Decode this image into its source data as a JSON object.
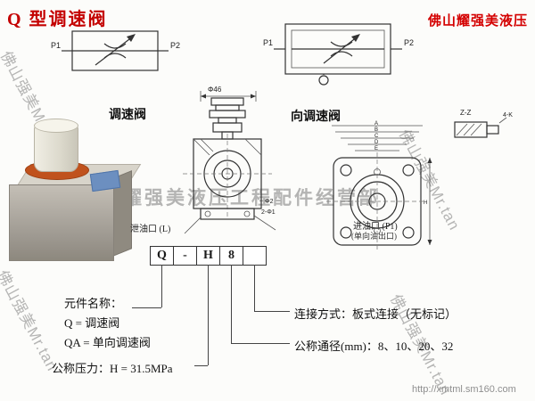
{
  "header": {
    "title": "Q 型调速阀",
    "brand": "佛山耀强美液压"
  },
  "schematics": {
    "left": {
      "p1": "P1",
      "p2": "P2",
      "caption": "调速阀"
    },
    "right": {
      "p1": "P1",
      "p2": "P2",
      "caption": "向调速阀"
    }
  },
  "center_drawing": {
    "dim_top": "Φ46",
    "dim_phi2": "Φ2",
    "dim_2phi1": "2-Φ1",
    "drain_label": "泄油口 (L)",
    "inlet_label": "进油口 (P1)",
    "inlet_sub": "(单向油出口)"
  },
  "right_drawing": {
    "dims_top": [
      "A",
      "B",
      "C",
      "D",
      "E"
    ],
    "dim_side": "H",
    "section_label": "Z-Z",
    "holes_label": "4-K"
  },
  "model_code": {
    "cells": [
      "Q",
      "-",
      "H",
      "8",
      ""
    ]
  },
  "specs": {
    "name_label": "元件名称：",
    "q_line": "Q = 调速阀",
    "qa_line": "QA = 单向调速阀",
    "pressure_line": "公称压力：H = 31.5MPa",
    "connection_line": "连接方式：板式连接（无标记）",
    "bore_line": "公称通径(mm)：8、10、20、32"
  },
  "watermarks": {
    "diagonal": "佛山强美Mr.tan",
    "center": "耀强美液压工程配件经营部",
    "url": "http://xmtml.sm160.com"
  }
}
